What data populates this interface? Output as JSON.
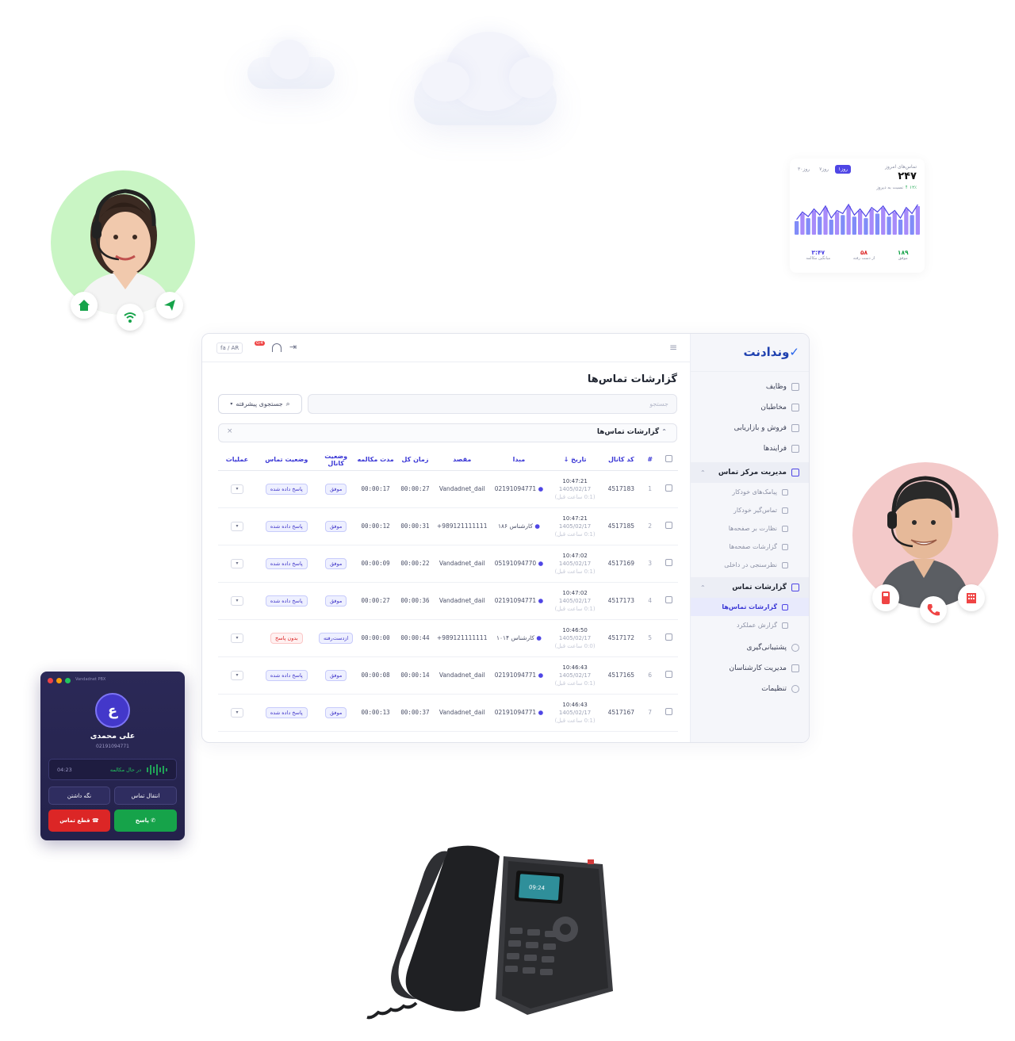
{
  "brand": {
    "logo_text": "وندادنت",
    "accent": "#4f46e5",
    "brand_blue": "#1e40af"
  },
  "stats_card": {
    "label": "تماس‌های امروز",
    "value": "۲۴۷",
    "delta": "۱۲٪ ↑",
    "delta_caption": "نسبت به دیروز",
    "ranges": [
      "۱روز",
      "۷روز",
      "۳۰روز"
    ],
    "active_range": "۱روز",
    "metrics": [
      {
        "value": "۱۸۹",
        "label": "موفق",
        "color": "#16a34a"
      },
      {
        "value": "۵۸",
        "label": "از دست رفته",
        "color": "#dc2626"
      },
      {
        "value": "۳:۴۷",
        "label": "میانگین مکالمه",
        "color": "#4f46e5"
      }
    ],
    "bars": [
      0.45,
      0.7,
      0.55,
      0.8,
      0.6,
      0.9,
      0.5,
      0.75,
      0.65,
      0.95,
      0.6,
      0.8,
      0.55,
      0.85,
      0.7,
      0.9,
      0.6,
      0.75,
      0.5,
      0.85,
      0.65,
      0.95
    ]
  },
  "topbar": {
    "lang": "fa / AR",
    "notif_count": "0/4"
  },
  "sidebar": {
    "items": [
      {
        "label": "وظایف",
        "icon": "grid-icon"
      },
      {
        "label": "مخاطبان",
        "icon": "users-icon"
      },
      {
        "label": "فروش و بازاریابی",
        "icon": "dollar-icon"
      },
      {
        "label": "فرایندها",
        "icon": "flow-icon"
      }
    ],
    "group_call_center": {
      "label": "مدیریت مرکز تماس",
      "children": [
        "پیامک‌های خودکار",
        "تماس‌گیر خودکار",
        "نظارت بر صفحه‌ها",
        "گزارشات صفحه‌ها",
        "نظرسنجی در داخلی"
      ]
    },
    "group_reports": {
      "label": "گزارشات تماس",
      "children": [
        "گزارشات تماس‌ها",
        "گزارش عملکرد"
      ],
      "active": "گزارشات تماس‌ها"
    },
    "bottom": [
      {
        "label": "پشتیبانی‌گیری",
        "icon": "circle-icon"
      },
      {
        "label": "مدیریت کارشناسان",
        "icon": "users-icon"
      },
      {
        "label": "تنظیمات",
        "icon": "gear-icon"
      }
    ]
  },
  "page": {
    "title": "گزارشات تماس‌ها",
    "search_placeholder": "جستجو",
    "advanced_search": "جستجوی پیشرفته",
    "filter_title": "گزارشات تماس‌ها"
  },
  "table": {
    "headers": [
      "#",
      "کد کانال",
      "تاریخ",
      "مبدا",
      "مقصد",
      "زمان کل",
      "مدت مکالمه",
      "وضعیت کانال",
      "وضعیت تماس",
      "عملیات"
    ],
    "rows": [
      {
        "n": "1",
        "code": "4517183",
        "time": "10:47:21",
        "date": "1405/02/17",
        "ago": "(0:1 ساعت قبل)",
        "src": "02191094771",
        "dst": "Vandadnet_dail",
        "total": "00:00:27",
        "talk": "00:00:17",
        "chan": "موفق",
        "status": "پاسخ داده شده",
        "kind": "ok"
      },
      {
        "n": "2",
        "code": "4517185",
        "time": "10:47:21",
        "date": "1405/02/17",
        "ago": "(0:1 ساعت قبل)",
        "src": "کارشناس ۱۸۶",
        "dst": "989121111111+",
        "total": "00:00:31",
        "talk": "00:00:12",
        "chan": "موفق",
        "status": "پاسخ داده شده",
        "kind": "ok"
      },
      {
        "n": "3",
        "code": "4517169",
        "time": "10:47:02",
        "date": "1405/02/17",
        "ago": "(0:1 ساعت قبل)",
        "src": "05191094770",
        "dst": "Vandadnet_dail",
        "total": "00:00:22",
        "talk": "00:00:09",
        "chan": "موفق",
        "status": "پاسخ داده شده",
        "kind": "ok"
      },
      {
        "n": "4",
        "code": "4517173",
        "time": "10:47:02",
        "date": "1405/02/17",
        "ago": "(0:1 ساعت قبل)",
        "src": "02191094771",
        "dst": "Vandadnet_dail",
        "total": "00:00:36",
        "talk": "00:00:27",
        "chan": "موفق",
        "status": "پاسخ داده شده",
        "kind": "ok"
      },
      {
        "n": "5",
        "code": "4517172",
        "time": "10:46:50",
        "date": "1405/02/17",
        "ago": "(0:0 ساعت قبل)",
        "src": "کارشناس ۱۰۱۴",
        "dst": "989121111111+",
        "total": "00:00:44",
        "talk": "00:00:00",
        "chan": "ازدست‌رفته",
        "status": "بدون پاسخ",
        "kind": "bad"
      },
      {
        "n": "6",
        "code": "4517165",
        "time": "10:46:43",
        "date": "1405/02/17",
        "ago": "(0:1 ساعت قبل)",
        "src": "02191094771",
        "dst": "Vandadnet_dail",
        "total": "00:00:14",
        "talk": "00:00:08",
        "chan": "موفق",
        "status": "پاسخ داده شده",
        "kind": "ok"
      },
      {
        "n": "7",
        "code": "4517167",
        "time": "10:46:43",
        "date": "1405/02/17",
        "ago": "(0:1 ساعت قبل)",
        "src": "02191094771",
        "dst": "Vandadnet_dail",
        "total": "00:00:37",
        "talk": "00:00:13",
        "chan": "موفق",
        "status": "پاسخ داده شده",
        "kind": "ok"
      }
    ]
  },
  "softphone": {
    "app": "Vandadnet PBX",
    "avatar_letter": "ع",
    "caller_name": "علی محمدی",
    "caller_number": "02191094771",
    "state": "در حال مکالمه",
    "timer": "04:23",
    "transfer": "انتقال تماس",
    "hold": "نگه داشتن",
    "answer": "پاسخ",
    "hangup": "قطع تماس"
  },
  "desk_phone": {
    "screen_time": "09:24"
  }
}
